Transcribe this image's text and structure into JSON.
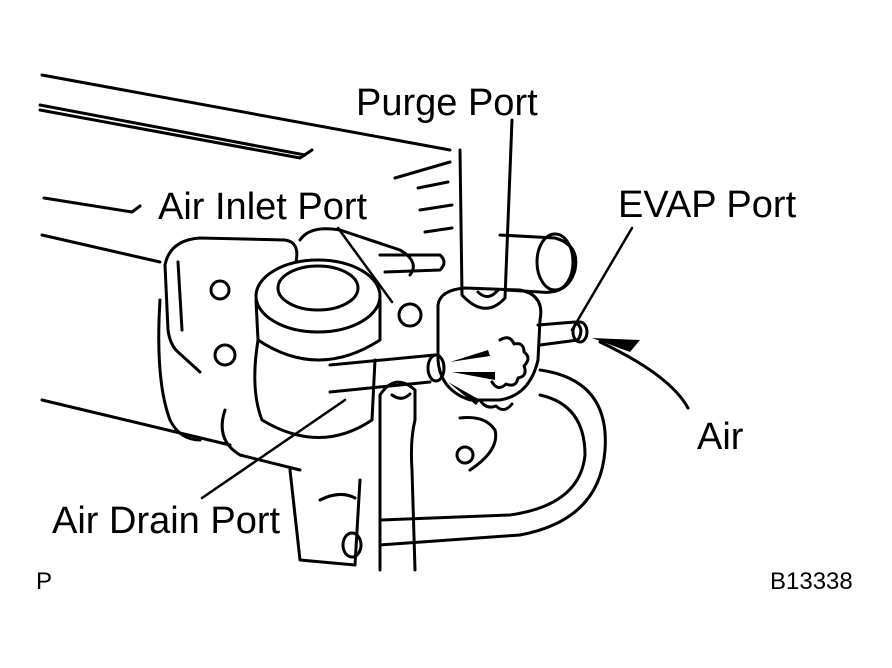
{
  "labels": {
    "purge_port": "Purge Port",
    "air_inlet_port": "Air Inlet Port",
    "evap_port": "EVAP Port",
    "air": "Air",
    "air_drain_port": "Air Drain Port"
  },
  "corner": {
    "left": "P",
    "figure_code": "B13338"
  },
  "colors": {
    "ink": "#000000",
    "paper": "#ffffff"
  }
}
